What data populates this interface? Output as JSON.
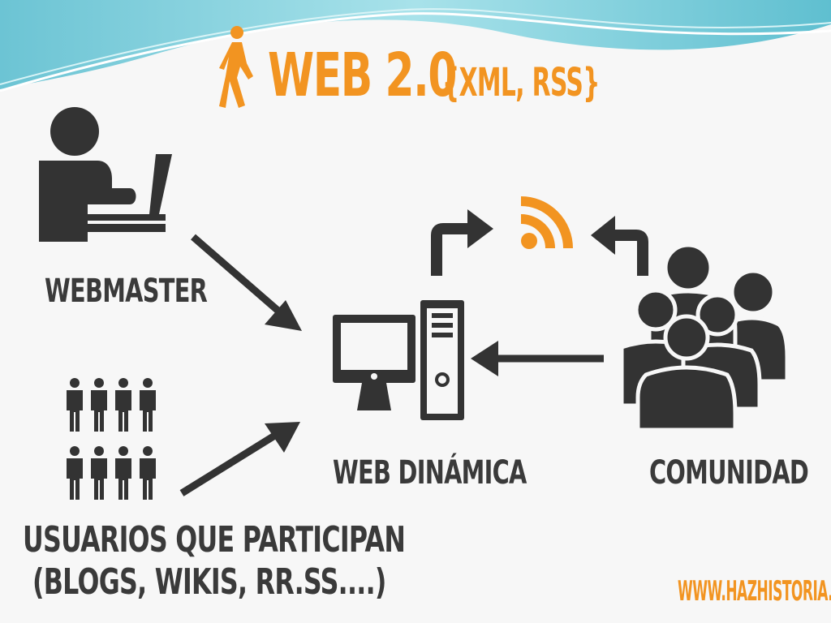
{
  "title": {
    "main": "WEB 2.0",
    "sub": "{XML, RSS}"
  },
  "nodes": {
    "webmaster": "WEBMASTER",
    "users_line1": "USUARIOS QUE PARTICIPAN",
    "users_line2": "(BLOGS, WIKIS, RR.SS....)",
    "web_dinamica": "WEB DINÁMICA",
    "comunidad": "COMUNIDAD"
  },
  "watermark": "WWW.HAZHISTORIA.NET",
  "colors": {
    "accent": "#f29421",
    "dark": "#333333",
    "wave": "#7fd0dc"
  },
  "icons": [
    "walking-person-icon",
    "laptop-user-icon",
    "people-grid-icon",
    "computer-icon",
    "rss-icon",
    "crowd-icon"
  ]
}
